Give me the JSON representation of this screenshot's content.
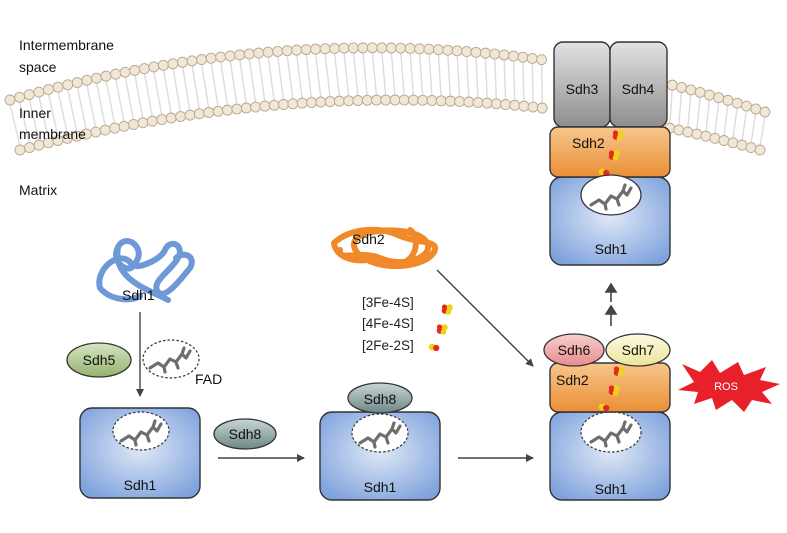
{
  "regions": {
    "intermembrane_line1": "Intermembrane",
    "intermembrane_line2": "space",
    "inner_line1": "Inner",
    "inner_line2": "membrane",
    "matrix": "Matrix"
  },
  "proteins": {
    "sdh1": "Sdh1",
    "sdh2": "Sdh2",
    "sdh3": "Sdh3",
    "sdh4": "Sdh4",
    "sdh5": "Sdh5",
    "sdh6": "Sdh6",
    "sdh7": "Sdh7",
    "sdh8": "Sdh8"
  },
  "cofactors": {
    "fad": "FAD",
    "fe4s_3": "[3Fe-4S]",
    "fe4s_4": "[4Fe-4S]",
    "fe2s_2": "[2Fe-2S]"
  },
  "ros": "ROS",
  "colors": {
    "sdh1_blue": "#8fb0e0",
    "sdh2_orange": "#f0a050",
    "sdh3_gray": "#a8a8a8",
    "sdh5_green": "#a8c088",
    "sdh6_pink": "#f0a0a0",
    "sdh7_yellow": "#f6f2b8",
    "sdh8_teal": "#7f9a98",
    "ros_red": "#e8202a",
    "membrane_bead": "#f2e7d6"
  }
}
